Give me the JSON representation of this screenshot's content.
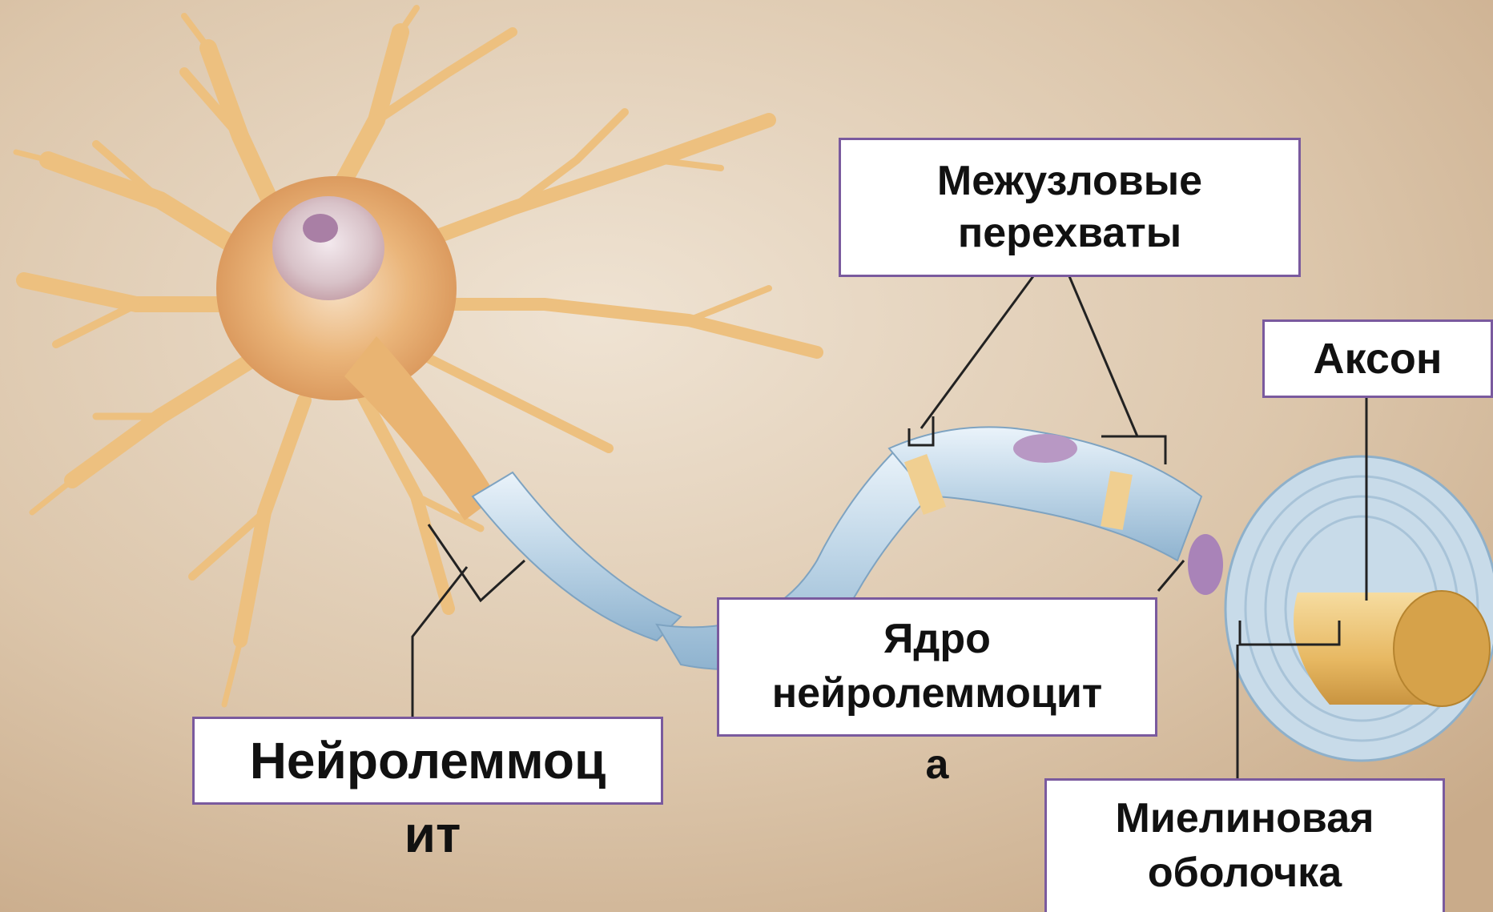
{
  "diagram": {
    "labels": {
      "nodes": {
        "line1": "Межузловые",
        "line2": "перехваты"
      },
      "axon": "Аксон",
      "nucleus": {
        "line1": "Ядро",
        "line2": "нейролеммоцит",
        "overflow": "а"
      },
      "schwann": {
        "line1": "Нейролеммоц",
        "overflow": "ит"
      },
      "myelin": {
        "line1": "Миелиновая",
        "line2": "оболочка"
      }
    },
    "colors": {
      "background": "#d9c2a6",
      "label_border": "#7a5a9e",
      "neuron": "#f0c886",
      "neuron_dark": "#d99b63",
      "myelin": "#bcd4e6",
      "axon_core": "#e7b862"
    }
  }
}
